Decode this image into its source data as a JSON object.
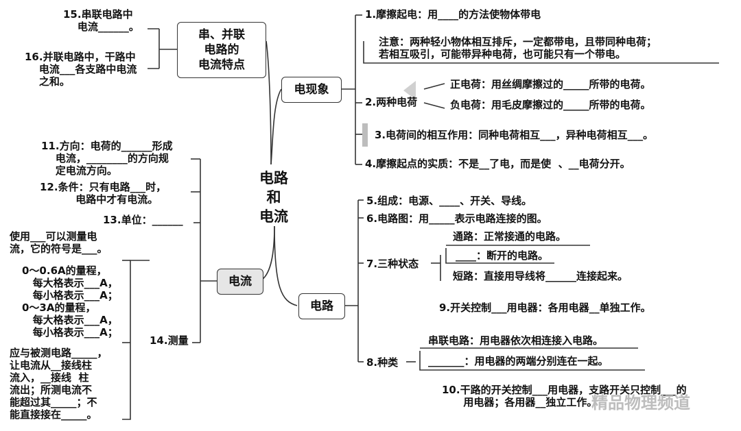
{
  "center": "电路\n和\n电流",
  "nodes": {
    "parallel": "串、并联\n电路的\n电流特点",
    "phenomenon": "电现象",
    "current": "电流",
    "circuit": "电路"
  },
  "left_top": {
    "t15": "15.串联电路中\n    电流______。",
    "t16": "16.并联电路中，干路中\n    电流___各支路中电流\n    之和。"
  },
  "left_mid": {
    "t11": "11.方向：电荷的______形成\n    电流，________的方向规\n    定电流方向。",
    "t12": "12.条件：只有电路___时，\n          电路中才有电流。",
    "t13": "13.单位：______",
    "meter": "使用___可以测量电\n流，它的符号是___。",
    "ranges": "0～0.6A的量程，\n   每大格表示___A，\n   每小格表示___A；\n0～3A的量程，\n   每大格表示___A，\n   每小格表示___A；",
    "usage": "应与被测电路_____，\n让电流从__接线柱\n流入，__接线  柱\n流出；所测电流不\n能超过其_____；不\n能直接接在_____。",
    "t14": "14.测量"
  },
  "right_top": {
    "t1": "1.摩擦起电：用____的方法使物体带电",
    "note": "注意：两种轻小物体相互排斥，一定都带电，且带同种电荷；\n若相互吸引，可能带异种电荷，也可能只有一个带电。",
    "t2": "2.两种电荷",
    "pos": "正电荷：用丝绸摩擦过的_____所带的电荷。",
    "neg": "负电荷：用毛皮摩擦过的_____所带的电荷。",
    "t3": "3.电荷间的相互作用：同种电荷相互___，异种电荷相互___。",
    "t4": "4.摩擦起点的实质：不是__了电，而是使  、__电荷分开。"
  },
  "right_bottom": {
    "t5": "5.组成：电源、____、开关、导线。",
    "t6": "6.电路图：用_____表示电路连接的图。",
    "t7": "7.三种状态",
    "s1": "通路：正常接通的电路。",
    "s2": "____：断开的电路。",
    "s3": "短路：直接用导线将______连接起来。",
    "t9": "9.开关控制___用电器：各用电器__单独工作。",
    "t8": "8.种类",
    "k1": "串联电路：用电器依次相连接入电路。",
    "k2": "_______：用电器的两端分别连在一起。",
    "t10": "10.干路的开关控制___用电器，支路开关只控制___的\n      用电器；各用器__独立工作。"
  },
  "watermark": "精品物理频道"
}
